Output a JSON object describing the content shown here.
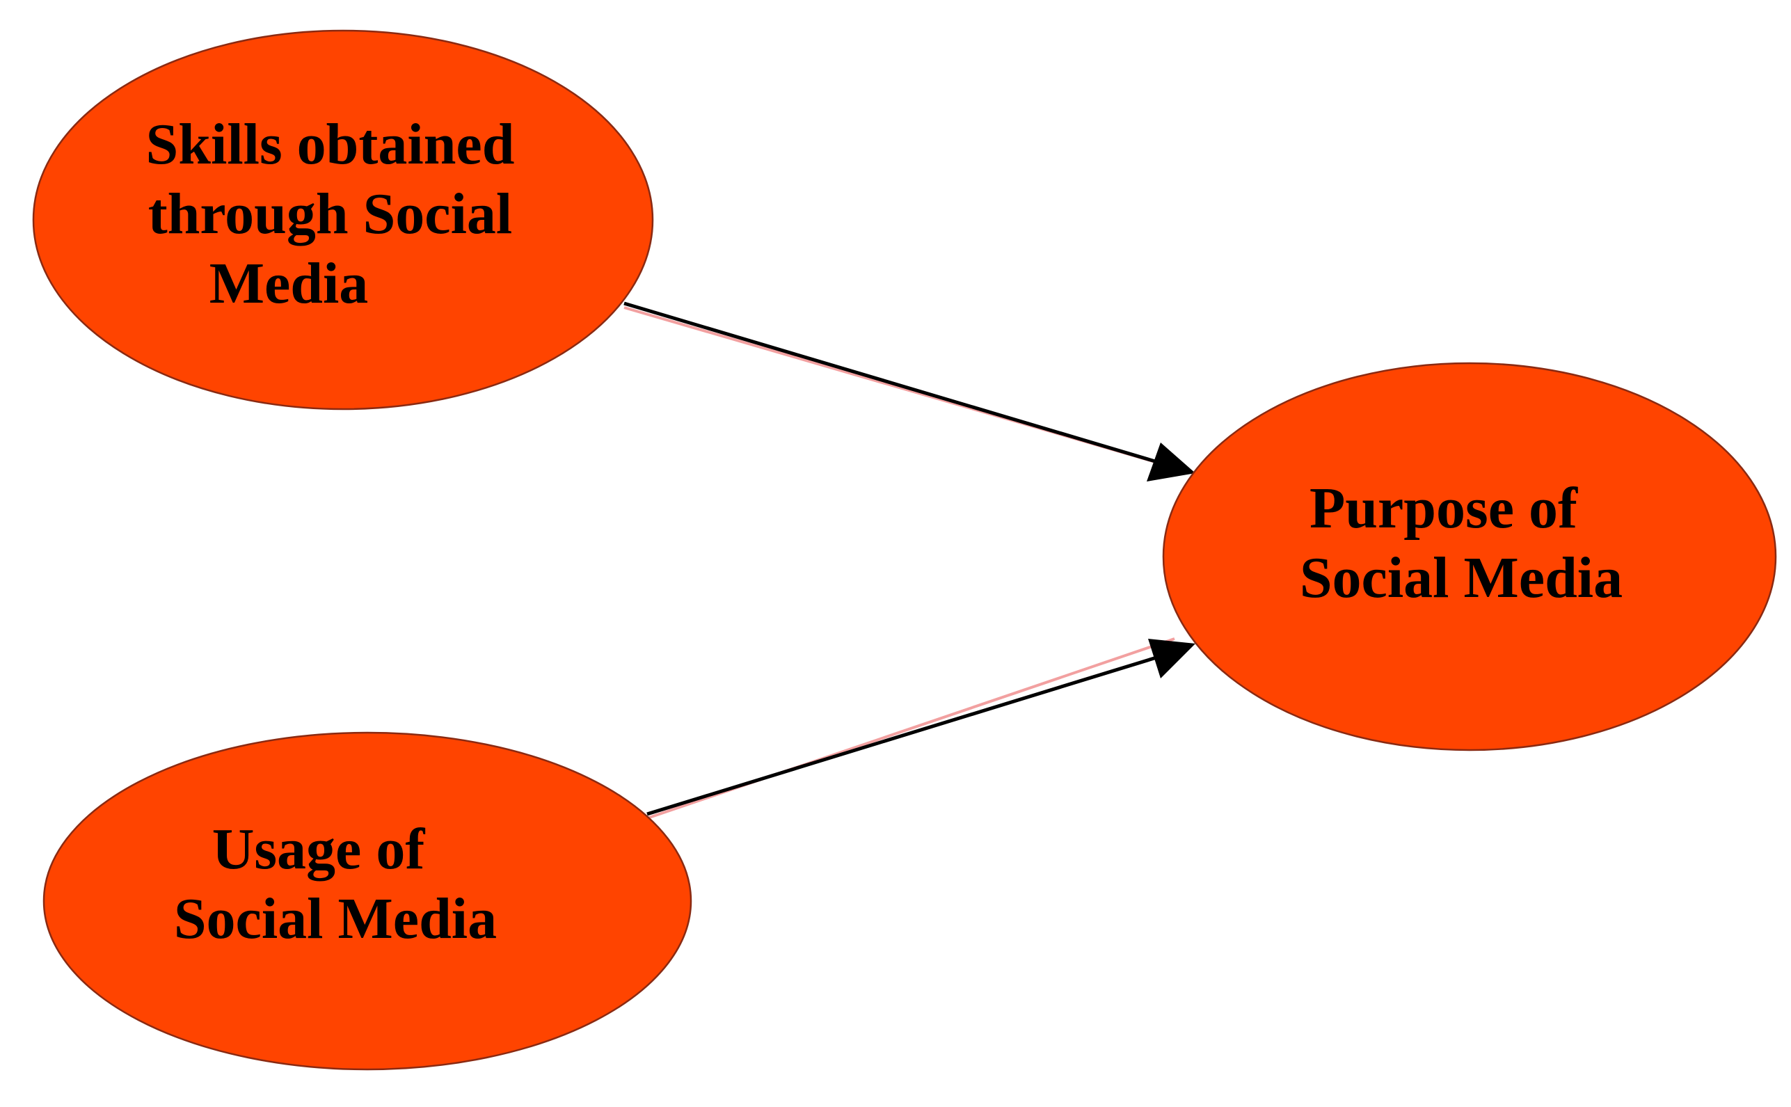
{
  "colors": {
    "node_fill": "#ff4400",
    "edge": "#000000",
    "background": "#ffffff"
  },
  "nodes": {
    "skills": {
      "lines": [
        "Skills obtained",
        "through Social",
        "Media"
      ]
    },
    "usage": {
      "lines": [
        "Usage of",
        "Social Media"
      ]
    },
    "purpose": {
      "lines": [
        "Purpose of",
        "Social Media"
      ]
    }
  },
  "edges": [
    {
      "from": "Skills obtained through Social Media",
      "to": "Purpose of Social Media"
    },
    {
      "from": "Usage of Social Media",
      "to": "Purpose of Social Media"
    }
  ]
}
